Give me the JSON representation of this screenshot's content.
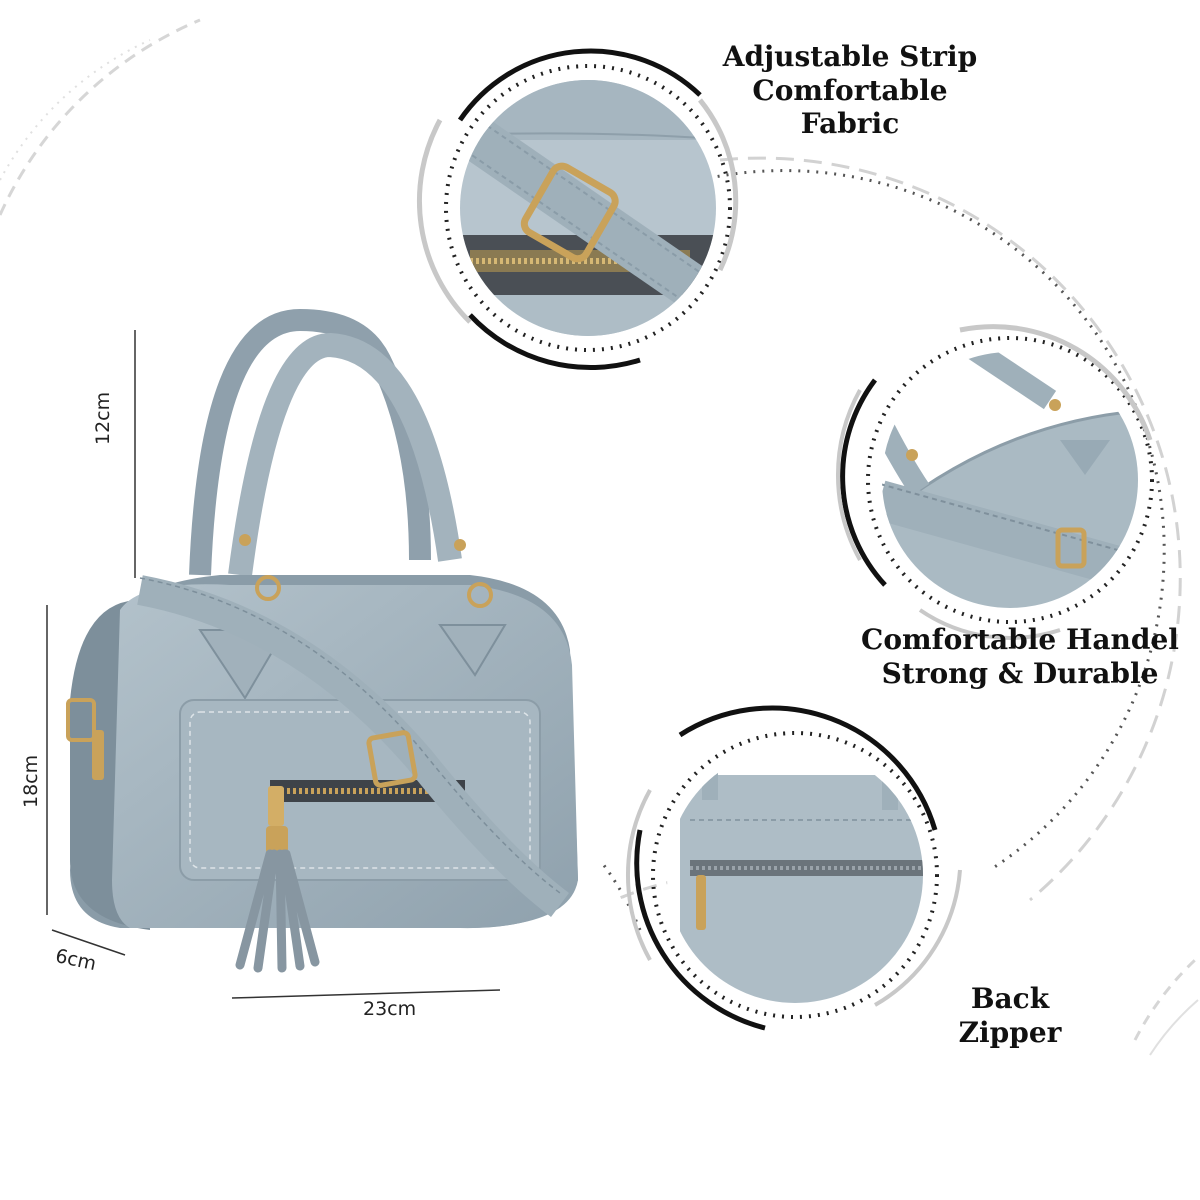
{
  "features": {
    "strap": {
      "line1": "Adjustable Strip",
      "line2": "Comfortable Fabric"
    },
    "handle": {
      "line1": "Comfortable Handel",
      "line2": "Strong & Durable"
    },
    "zipper": {
      "line1": "Back Zipper"
    }
  },
  "dimensions": {
    "handle_height": "12cm",
    "body_height": "18cm",
    "depth": "6cm",
    "width": "23cm"
  },
  "colors": {
    "bag": "#9fb0ba",
    "bag_dark": "#7d8f9b",
    "bag_light": "#b8c6cf",
    "hardware": "#c9a25a",
    "ring_dark": "#111111",
    "ring_light": "#c8c8c8"
  },
  "icons": {
    "bag": "handbag-photo",
    "strap_detail": "buckle-strap-closeup",
    "handle_detail": "handle-closeup",
    "zipper_detail": "back-zipper-closeup"
  }
}
